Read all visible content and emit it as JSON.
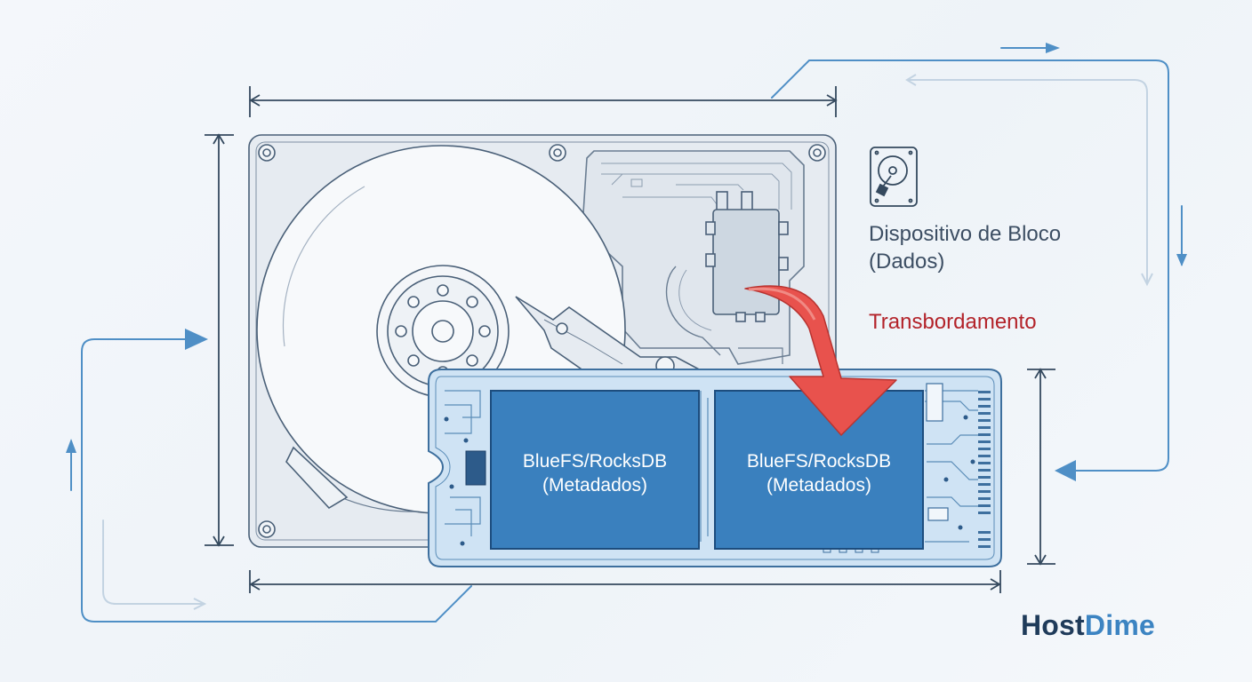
{
  "hdd_label": {
    "line1": "Dispositivo de Bloco",
    "line2": "(Dados)"
  },
  "overflow_label": "Transbordamento",
  "ssd_chips": [
    {
      "line1": "BlueFS/RocksDB",
      "line2": "(Metadados)"
    },
    {
      "line1": "BlueFS/RocksDB",
      "line2": "(Metadados)"
    }
  ],
  "brand": {
    "part1": "Host",
    "part2": "Dime"
  },
  "icons": [
    "hard-drive-icon",
    "overflow-arrow-icon"
  ],
  "colors": {
    "line": "#4a6078",
    "flow": "#4f8fc6",
    "ssd_fill": "#cfe3f4",
    "chip": "#3a80be",
    "overflow_arrow": "#e8524d",
    "overflow_text": "#b3232a"
  }
}
